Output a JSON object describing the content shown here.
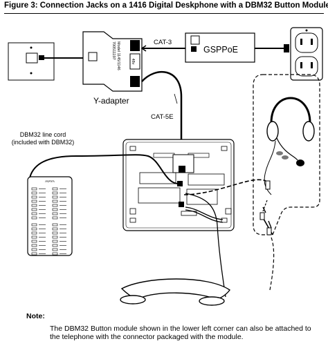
{
  "figure": {
    "title": "Figure 3: Connection Jacks on a 1416 Digital Deskphone with a DBM32 Button Module"
  },
  "labels": {
    "cat3": "CAT-3",
    "gsppoe": "GSPPoE",
    "y_adapter": "Y-adapter",
    "cat5e": "CAT-5E",
    "dbm32_line_cord_1": "DBM32 line cord",
    "dbm32_line_cord_2": "(included with DBM32)",
    "avaya": "AVAYA",
    "adapter_48v": "48v",
    "adapter_model": "700511197",
    "adapter_model_2": "Model 1145/1146"
  },
  "note": {
    "heading": "Note:",
    "text": "The DBM32 Button module shown in the lower left corner can also be attached to the telephone with the connector packaged with the module."
  }
}
